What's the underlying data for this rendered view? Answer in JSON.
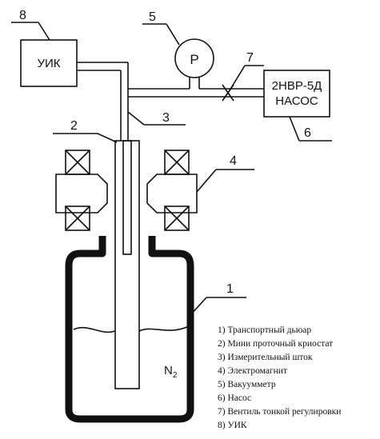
{
  "diagram": {
    "uik_label": "УИК",
    "gauge_label": "P",
    "pump_line1": "2НВР-5Д",
    "pump_line2": "НАСОС",
    "n2_main": "N",
    "n2_sub": "2",
    "numbers": {
      "n1": "1",
      "n2": "2",
      "n3": "3",
      "n4": "4",
      "n5": "5",
      "n6": "6",
      "n7": "7",
      "n8": "8"
    }
  },
  "legend": [
    "1) Транспортный дьюар",
    "2) Мини проточный криостат",
    "3) Измерительный шток",
    "4) Электромагнит",
    "5) Вакуумметр",
    "6) Насос",
    "7) Вентиль тонкой регулировки",
    "8) УИК"
  ]
}
